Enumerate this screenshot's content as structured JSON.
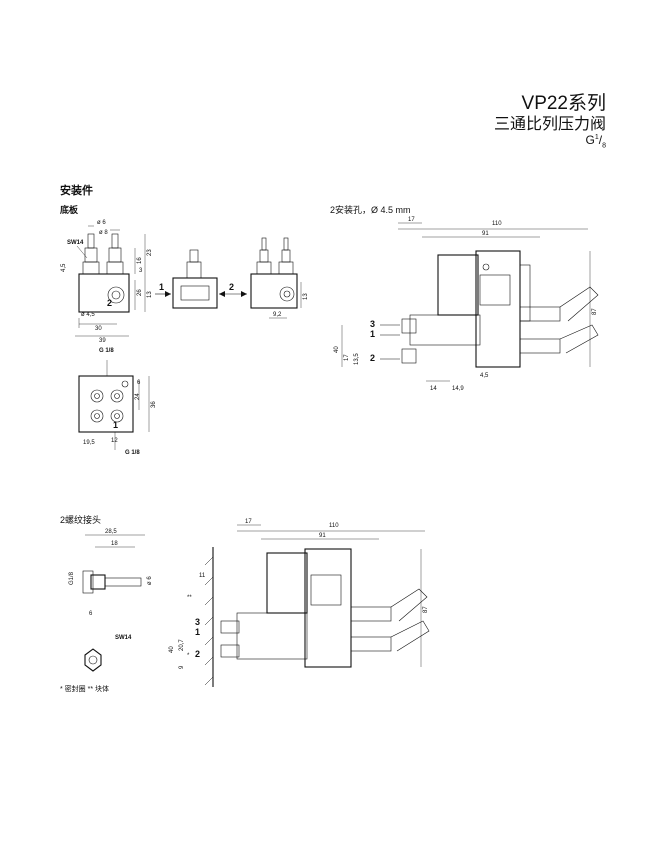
{
  "header": {
    "series": "VP22系列",
    "subtitle": "三通比列压力阀",
    "thread": {
      "base": "G",
      "num": "1",
      "den": "8"
    }
  },
  "accessories": {
    "title": "安装件",
    "baseplate_label": "底板",
    "mount_label": "2安装孔，Ø 4.5 mm"
  },
  "baseplate_dims": {
    "d6": "ø 6",
    "d8": "ø 8",
    "sw14": "SW14",
    "v45": "4,5",
    "v16": "16",
    "v23": "23",
    "v26": "26",
    "v13": "13",
    "v3": "3",
    "d45": "ø 4,5",
    "w30": "30",
    "w39": "39",
    "w92": "9,2",
    "w13": "13",
    "port1": "1",
    "port2": "2",
    "port2b": "2",
    "g18a": "G 1/8",
    "g18b": "G 1/8",
    "v6": "6",
    "v24": "24",
    "v36": "36",
    "h195": "19,5",
    "h12": "12",
    "port1b": "1"
  },
  "valve_top_dims": {
    "d17": "17",
    "d110": "110",
    "d91": "91",
    "d87": "87",
    "d40": "40",
    "d17v": "17",
    "d135": "13,5",
    "d14": "14",
    "d149": "14,9",
    "d45": "4,5",
    "p3": "3",
    "p1": "1",
    "p2": "2"
  },
  "fittings": {
    "title": "2螺纹接头",
    "d285": "28,5",
    "d18": "18",
    "g18": "G1/8",
    "d6": "ø 6",
    "d6h": "6",
    "sw14": "SW14",
    "legend": "* 密封圈   ** 块体"
  },
  "valve_bottom_dims": {
    "d17": "17",
    "d110": "110",
    "d91": "91",
    "d11": "11",
    "d87": "87",
    "d40": "40",
    "d207": "20,7",
    "d9": "9",
    "p3": "3",
    "p1": "1",
    "p2": "2",
    "star2": "**",
    "star1": "*"
  }
}
